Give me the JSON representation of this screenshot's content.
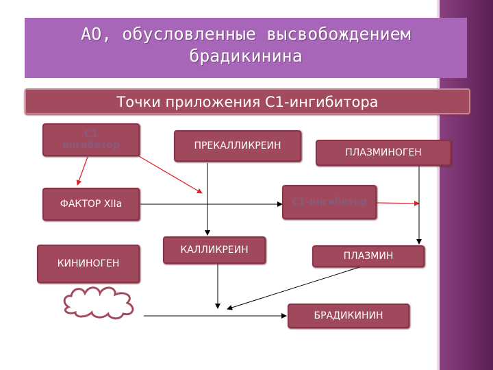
{
  "title": "АО, обусловленные высвобождением брадикинина",
  "subtitle": "Точки приложения С1-ингибитора",
  "nodes": {
    "c1_inhibitor_top": "С1\nингибитор",
    "prekallikrein": "ПРЕКАЛЛИКРЕИН",
    "plasminogen": "ПЛАЗМИНОГЕН",
    "factor_xiia": "ФАКТОР XIIa",
    "c1_inhibitor_mid": "С1-ингибитор",
    "kininogen": "КИНИНОГЕН",
    "kallikrein": "КАЛЛИКРЕИН",
    "plasmin": "ПЛАЗМИН",
    "bradykinin": "БРАДИКИНИН"
  },
  "colors": {
    "header": "#a766b7",
    "node": "#a0485c",
    "arrow_black": "#000000",
    "arrow_red": "#d8242c"
  }
}
